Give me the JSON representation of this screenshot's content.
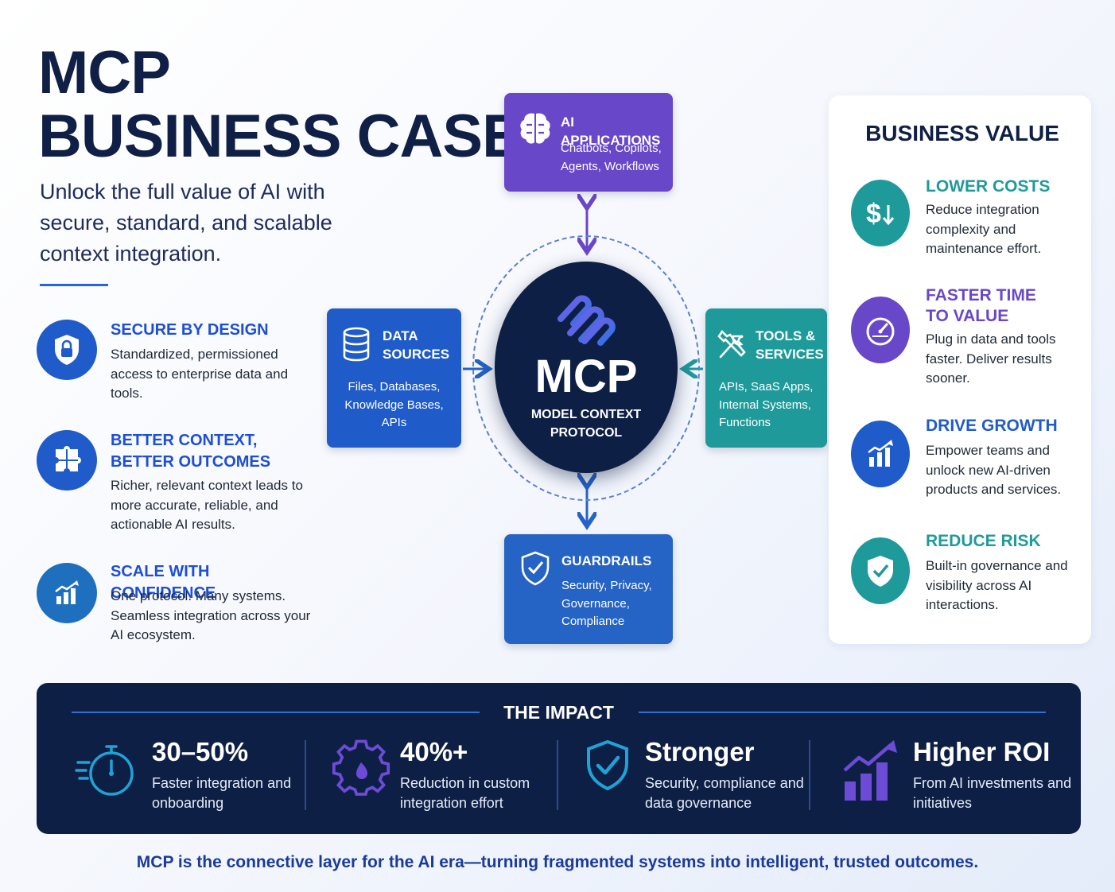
{
  "header": {
    "title_line1": "MCP",
    "title_line2": "BUSINESS CASE",
    "subtitle": "Unlock the full value of AI with secure, standard, and scalable context integration."
  },
  "features": [
    {
      "icon": "lock-shield-icon",
      "title": "SECURE BY DESIGN",
      "desc": "Standardized, permissioned access to enterprise data and tools."
    },
    {
      "icon": "puzzle-icon",
      "title_line1": "BETTER CONTEXT,",
      "title_line2": "BETTER OUTCOMES",
      "desc": "Richer, relevant context leads to more accurate, reliable, and actionable AI results."
    },
    {
      "icon": "growth-chart-icon",
      "title": "SCALE WITH CONFIDENCE",
      "desc": "One protocol. Many systems. Seamless integration across your AI ecosystem."
    }
  ],
  "diagram": {
    "core": {
      "title": "MCP",
      "subtitle": "MODEL CONTEXT PROTOCOL",
      "icon": "mcp-logo-icon"
    },
    "ai_applications": {
      "icon": "brain-icon",
      "title": "AI APPLICATIONS",
      "desc_line1": "Chatbots, Copilots,",
      "desc_line2": "Agents, Workflows"
    },
    "data_sources": {
      "icon": "database-icon",
      "title_line1": "DATA",
      "title_line2": "SOURCES",
      "desc_line1": "Files, Databases,",
      "desc_line2": "Knowledge Bases,",
      "desc_line3": "APIs"
    },
    "tools_services": {
      "icon": "tools-icon",
      "title_line1": "TOOLS &",
      "title_line2": "SERVICES",
      "desc_line1": "APIs, SaaS Apps,",
      "desc_line2": "Internal Systems,",
      "desc_line3": "Functions"
    },
    "guardrails": {
      "icon": "shield-check-icon",
      "title": "GUARDRAILS",
      "desc_line1": "Security, Privacy,",
      "desc_line2": "Governance,",
      "desc_line3": "Compliance"
    }
  },
  "business_value": {
    "title": "BUSINESS VALUE",
    "items": [
      {
        "icon": "dollar-down-icon",
        "color": "#1f9a9b",
        "title": "LOWER COSTS",
        "desc": "Reduce integration complexity and maintenance effort."
      },
      {
        "icon": "speedometer-icon",
        "color": "#6947c9",
        "title_line1": "FASTER TIME",
        "title_line2": "TO VALUE",
        "desc": "Plug in data and tools faster. Deliver results sooner."
      },
      {
        "icon": "growth-chart-icon",
        "color": "#1f5bc9",
        "title": "DRIVE GROWTH",
        "desc": "Empower teams and unlock new AI-driven products and services."
      },
      {
        "icon": "shield-check-icon",
        "color": "#1f9a9b",
        "title": "REDUCE RISK",
        "desc": "Built-in governance and visibility across AI interactions."
      }
    ]
  },
  "impact": {
    "title": "THE IMPACT",
    "stats": [
      {
        "icon": "stopwatch-icon",
        "value": "30–50%",
        "desc": "Faster integration and onboarding"
      },
      {
        "icon": "gear-icon",
        "value": "40%+",
        "desc": "Reduction in custom integration effort"
      },
      {
        "icon": "shield-check-icon",
        "value": "Stronger",
        "desc": "Security, compliance and data governance"
      },
      {
        "icon": "bar-chart-arrow-icon",
        "value": "Higher ROI",
        "desc": "From AI investments and initiatives"
      }
    ]
  },
  "footer": "MCP is the connective layer for the AI era—turning fragmented systems into intelligent, trusted outcomes.",
  "colors": {
    "navy": "#0e1f45",
    "blue": "#1f5bc9",
    "purple": "#6947c9",
    "teal": "#1f9a9b",
    "accent_text": "#1d4ed8"
  }
}
